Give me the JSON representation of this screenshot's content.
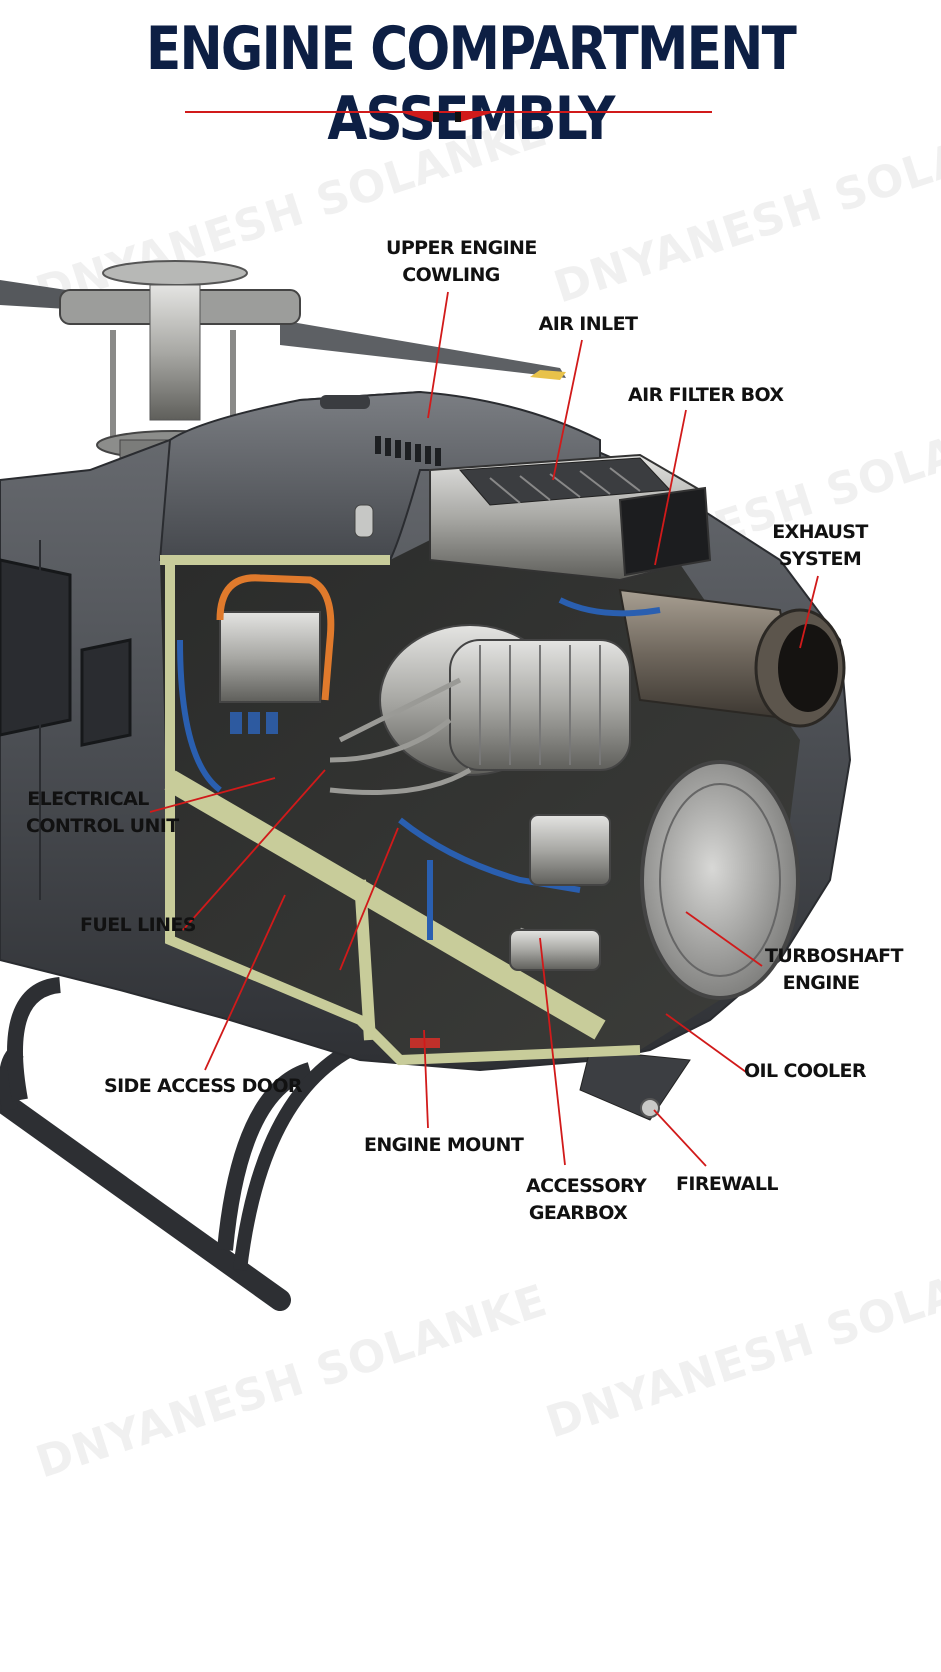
{
  "title": "ENGINE COMPARTMENT ASSEMBLY",
  "watermark": "DNYANESH SOLANKE",
  "colors": {
    "title": "#0d1f44",
    "accent_red": "#d11a1a",
    "fuselage": "#4a4d52",
    "frame": "#c8cc9a",
    "label": "#111111"
  },
  "labels": {
    "upper_engine_cowling": [
      "UPPER ENGINE",
      "COWLING"
    ],
    "air_inlet": [
      "AIR INLET"
    ],
    "air_filter_box": [
      "AIR FILTER BOX"
    ],
    "exhaust_system": [
      "EXHAUST",
      "SYSTEM"
    ],
    "electrical_control_unit": [
      "ELECTRICAL",
      "CONTROL UNIT"
    ],
    "fuel_lines": [
      "FUEL LINES"
    ],
    "turboshaft_engine": [
      "TURBOSHAFT",
      "ENGINE"
    ],
    "oil_cooler": [
      "OIL COOLER"
    ],
    "side_access_door": [
      "SIDE ACCESS DOOR"
    ],
    "engine_mount": [
      "ENGINE MOUNT"
    ],
    "accessory_gearbox": [
      "ACCESSORY",
      "GEARBOX"
    ],
    "firewall": [
      "FIREWALL"
    ]
  }
}
